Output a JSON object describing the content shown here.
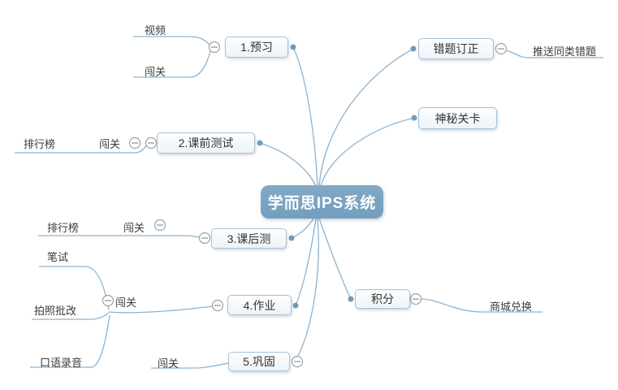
{
  "app": {
    "background": "#ffffff"
  },
  "colors": {
    "root_fill": "#7aa3c2",
    "root_text": "#ffffff",
    "node_fill": "#f2f7fb",
    "node_border": "#a6c2d8",
    "connector_line": "#8cb4d2",
    "connection_dot": "#6d9cbe",
    "expander_border": "#9aa2a8",
    "label_text": "#3a3a3a"
  },
  "mindmap": {
    "root": {
      "label": "学而思IPS系统"
    },
    "branches": [
      {
        "label": "1.预习",
        "children": [
          {
            "label": "视频"
          },
          {
            "label": "闯关"
          }
        ]
      },
      {
        "label": "错题订正",
        "children": [
          {
            "label": "推送同类错题"
          }
        ]
      },
      {
        "label": "神秘关卡",
        "children": []
      },
      {
        "label": "2.课前测试",
        "children": [
          {
            "label": "闯关",
            "children": [
              {
                "label": "排行榜"
              }
            ]
          }
        ]
      },
      {
        "label": "3.课后测",
        "children": [
          {
            "label": "闯关",
            "children": [
              {
                "label": "排行榜"
              }
            ]
          }
        ]
      },
      {
        "label": "4.作业",
        "children": [
          {
            "label": "闯关",
            "children": [
              {
                "label": "笔试"
              },
              {
                "label": "拍照批改"
              },
              {
                "label": "口语录音"
              }
            ]
          }
        ]
      },
      {
        "label": "积分",
        "children": [
          {
            "label": "商城兑换"
          }
        ]
      },
      {
        "label": "5.巩固",
        "children": [
          {
            "label": "闯关"
          }
        ]
      }
    ]
  }
}
